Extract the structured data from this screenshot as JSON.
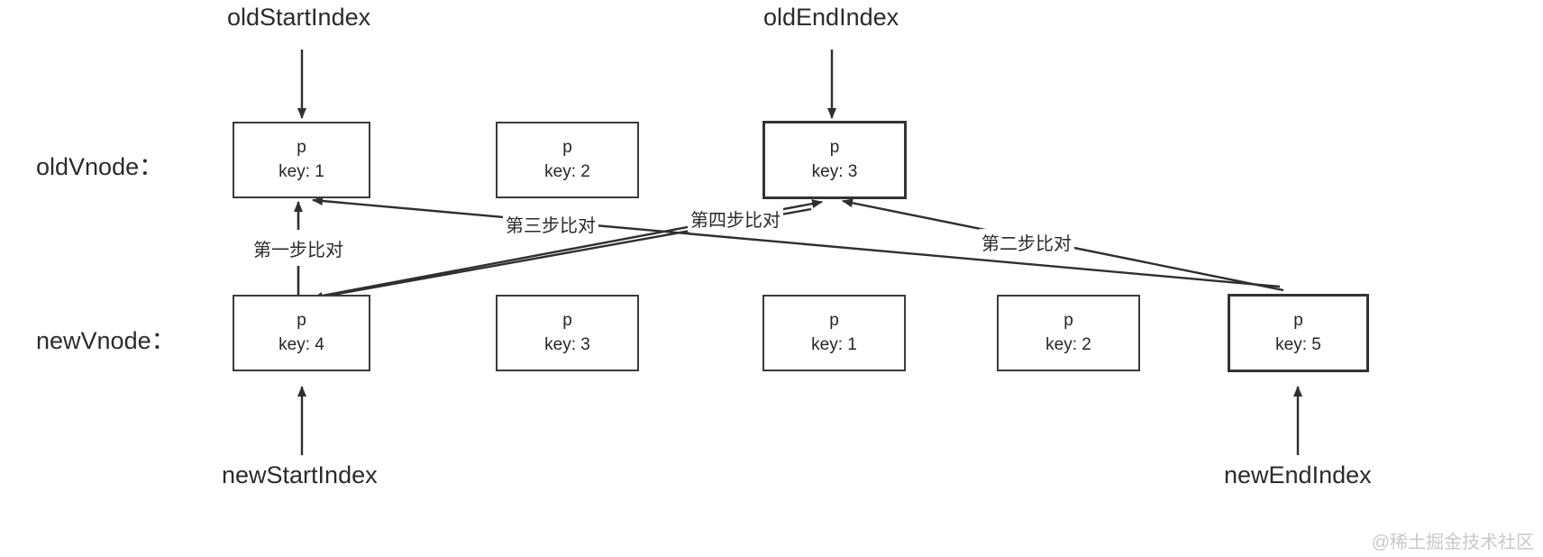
{
  "diagram": {
    "title": "vue diff double-ended comparison",
    "colors": {
      "stroke": "#3b3b3b",
      "emphasis_stroke": "#333333",
      "text": "#262626",
      "background": "#ffffff",
      "watermark": "#c9c9c9"
    },
    "row_labels": {
      "old": "oldVnode：",
      "new": "newVnode："
    },
    "pointers": {
      "old_start": "oldStartIndex",
      "old_end": "oldEndIndex",
      "new_start": "newStartIndex",
      "new_end": "newEndIndex"
    },
    "old_nodes": [
      {
        "tag": "p",
        "key_line": "key: 1",
        "key": 1,
        "emphasis": false
      },
      {
        "tag": "p",
        "key_line": "key: 2",
        "key": 2,
        "emphasis": false
      },
      {
        "tag": "p",
        "key_line": "key: 3",
        "key": 3,
        "emphasis": true
      }
    ],
    "new_nodes": [
      {
        "tag": "p",
        "key_line": "key: 4",
        "key": 4,
        "emphasis": false
      },
      {
        "tag": "p",
        "key_line": "key: 3",
        "key": 3,
        "emphasis": false
      },
      {
        "tag": "p",
        "key_line": "key: 1",
        "key": 1,
        "emphasis": false
      },
      {
        "tag": "p",
        "key_line": "key: 2",
        "key": 2,
        "emphasis": false
      },
      {
        "tag": "p",
        "key_line": "key: 5",
        "key": 5,
        "emphasis": true
      }
    ],
    "steps": [
      {
        "id": "step1",
        "label": "第一步比对",
        "from": "oldVnode key:1",
        "to": "newVnode key:4"
      },
      {
        "id": "step2",
        "label": "第二步比对",
        "from": "oldVnode key:3",
        "to": "newVnode key:5"
      },
      {
        "id": "step3",
        "label": "第三步比对",
        "from": "oldVnode key:1",
        "to": "newVnode key:5"
      },
      {
        "id": "step4",
        "label": "第四步比对",
        "from": "oldVnode key:3",
        "to": "newVnode key:4"
      }
    ],
    "watermark": "@稀土掘金技术社区"
  }
}
